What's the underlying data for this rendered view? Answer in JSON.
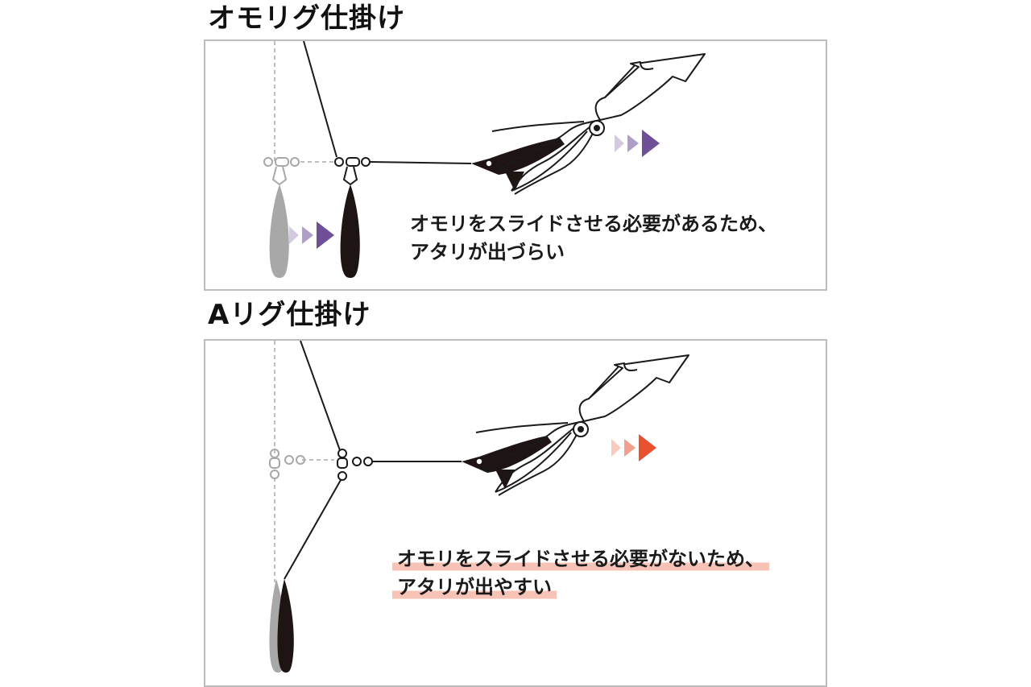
{
  "sections": [
    {
      "title": "オモリグ仕掛け",
      "caption_lines": [
        "オモリをスライドさせる必要があるため、",
        "アタリが出づらい"
      ],
      "arrow_color": "#6e4f98"
    },
    {
      "title": "Aリグ仕掛け",
      "caption_lines": [
        "オモリをスライドさせる必要がないため、",
        "アタリが出やすい"
      ],
      "arrow_color": "#e8502f"
    }
  ],
  "colors": {
    "panel_border": "#bdbdbd",
    "ghost": "#a8a8a8",
    "ink": "#1a1a1a",
    "highlight": "#f6c3b6"
  }
}
